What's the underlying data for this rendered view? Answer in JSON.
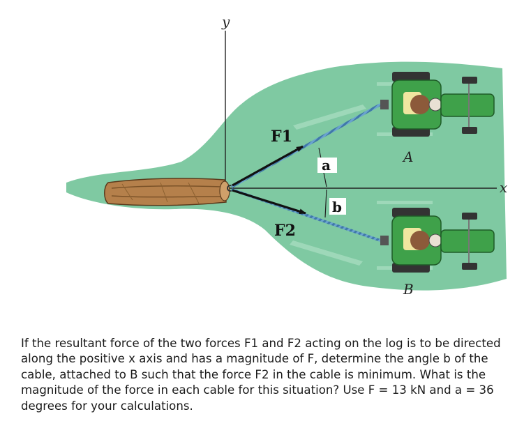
{
  "figure": {
    "axis_y_label": "y",
    "axis_x_label": "x",
    "force1_label": "F1",
    "force2_label": "F2",
    "angle_a_label": "a",
    "angle_b_label": "b",
    "tractor_a_label": "A",
    "tractor_b_label": "B",
    "colors": {
      "ground": "#7fc9a2",
      "log": "#b5804b",
      "tractor_body": "#3fa14a",
      "cable": "#5b95c4",
      "force_arrow": "#111111"
    }
  },
  "problem": {
    "text": "If the resultant force of the two forces F1 and F2 acting on the log is to be directed along the positive x axis and has a magnitude of F, determine the angle b of the cable, attached to B such that the force F2 in the cable is minimum. What is the magnitude of the force in each cable for this situation? Use F = 13 kN and a = 36 degrees for your calculations."
  }
}
